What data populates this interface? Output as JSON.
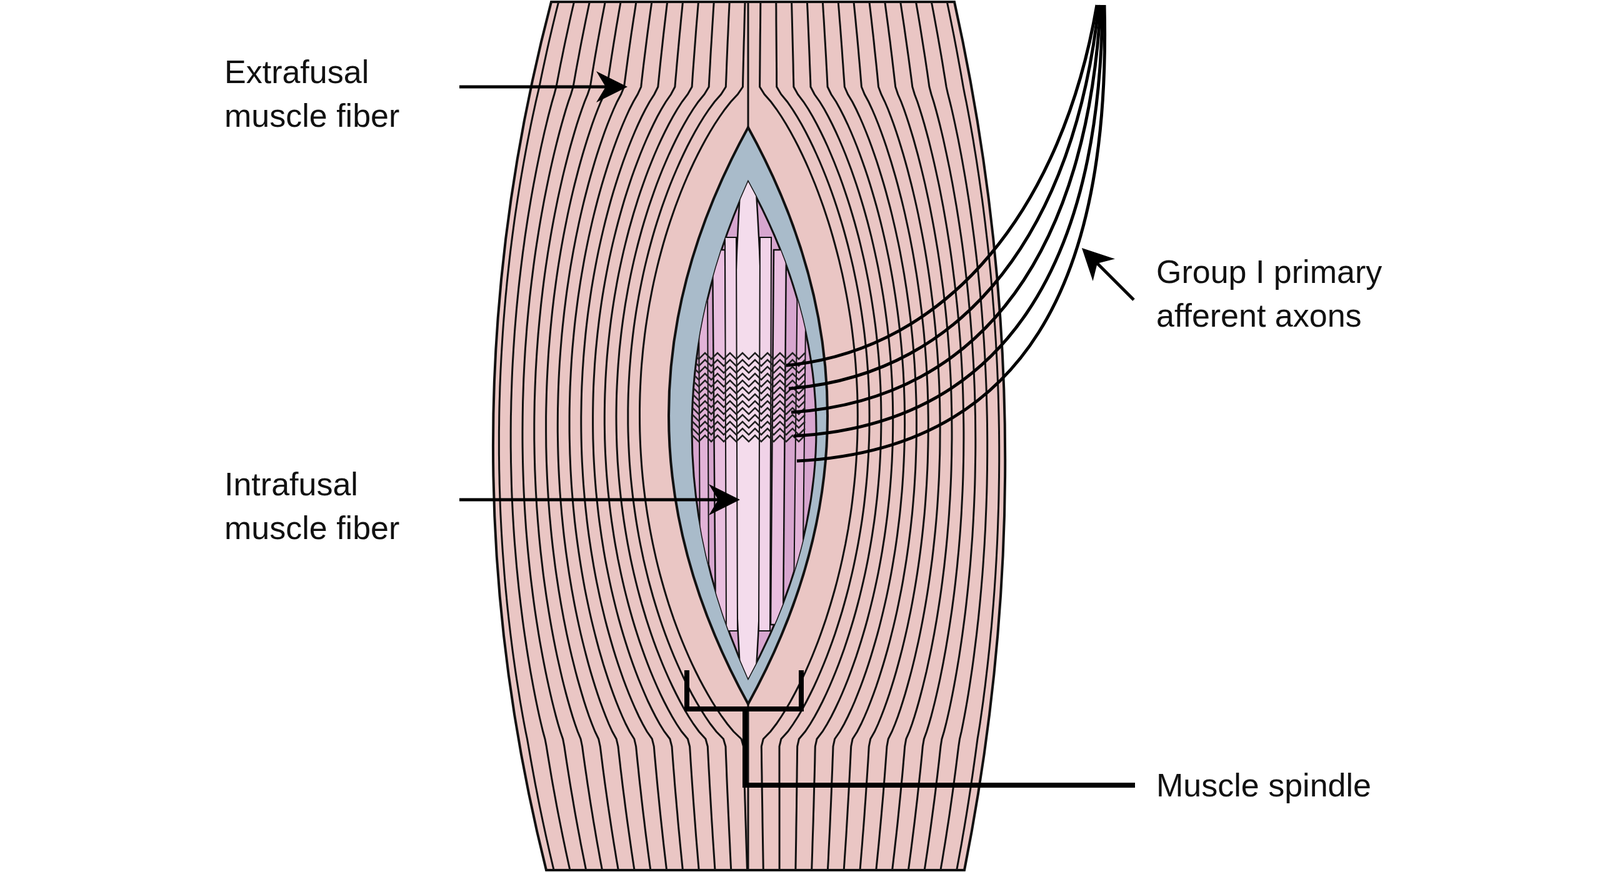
{
  "diagram": {
    "labels": [
      "Extrafusal muscle fiber",
      "Intrafusal muscle fiber",
      "Group I primary afferent axons",
      "Muscle spindle"
    ]
  }
}
